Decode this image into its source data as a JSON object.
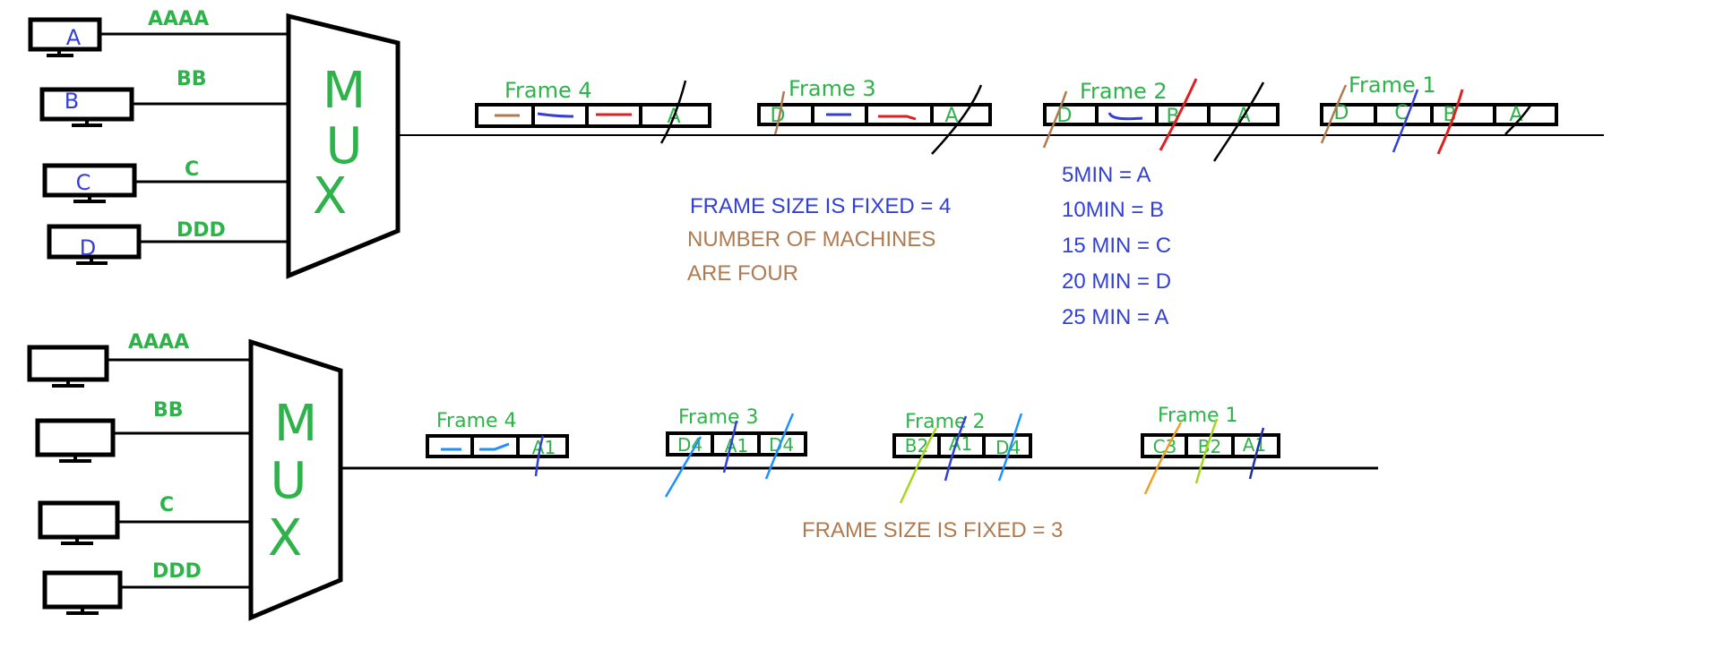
{
  "colors": {
    "green": "#2db34a",
    "blue": "#3340d6",
    "brown": "#b07a50",
    "red": "#e02020",
    "black": "#000000",
    "cyan": "#1e90ff",
    "lime": "#a6d61e",
    "orange": "#f0a020",
    "navy": "#2030a0"
  },
  "top": {
    "machines": [
      {
        "label": "A",
        "data": "AAAA"
      },
      {
        "label": "B",
        "data": "BB"
      },
      {
        "label": "C",
        "data": "C"
      },
      {
        "label": "D",
        "data": "DDD"
      }
    ],
    "mux_letters": [
      "M",
      "U",
      "X"
    ],
    "frames": [
      {
        "title": "Frame 4",
        "slots": [
          "—",
          "—",
          "—",
          "A"
        ]
      },
      {
        "title": "Frame 3",
        "slots": [
          "D",
          "—",
          "—",
          "A"
        ]
      },
      {
        "title": "Frame 2",
        "slots": [
          "D",
          "—",
          "B",
          "A"
        ]
      },
      {
        "title": "Frame 1",
        "slots": [
          "D",
          "C",
          "B",
          "A"
        ]
      }
    ],
    "notes": {
      "frame_size": "FRAME SIZE IS FIXED = 4",
      "machines_line1": "NUMBER OF MACHINES",
      "machines_line2": "ARE FOUR"
    },
    "timeline": [
      "5MIN = A",
      "10MIN = B",
      "15 MIN = C",
      "20 MIN = D",
      "25 MIN = A"
    ]
  },
  "bottom": {
    "machines": [
      {
        "data": "AAAA"
      },
      {
        "data": "BB"
      },
      {
        "data": "C"
      },
      {
        "data": "DDD"
      }
    ],
    "mux_letters": [
      "M",
      "U",
      "X"
    ],
    "frames": [
      {
        "title": "Frame 4",
        "slots": [
          "—",
          "—",
          "A1"
        ]
      },
      {
        "title": "Frame 3",
        "slots": [
          "D4",
          "A1",
          "D4"
        ]
      },
      {
        "title": "Frame 2",
        "slots": [
          "B2",
          "A1",
          "D4"
        ]
      },
      {
        "title": "Frame 1",
        "slots": [
          "C3",
          "B2",
          "A1"
        ]
      }
    ],
    "notes": {
      "frame_size": "FRAME SIZE IS FIXED = 3"
    }
  }
}
